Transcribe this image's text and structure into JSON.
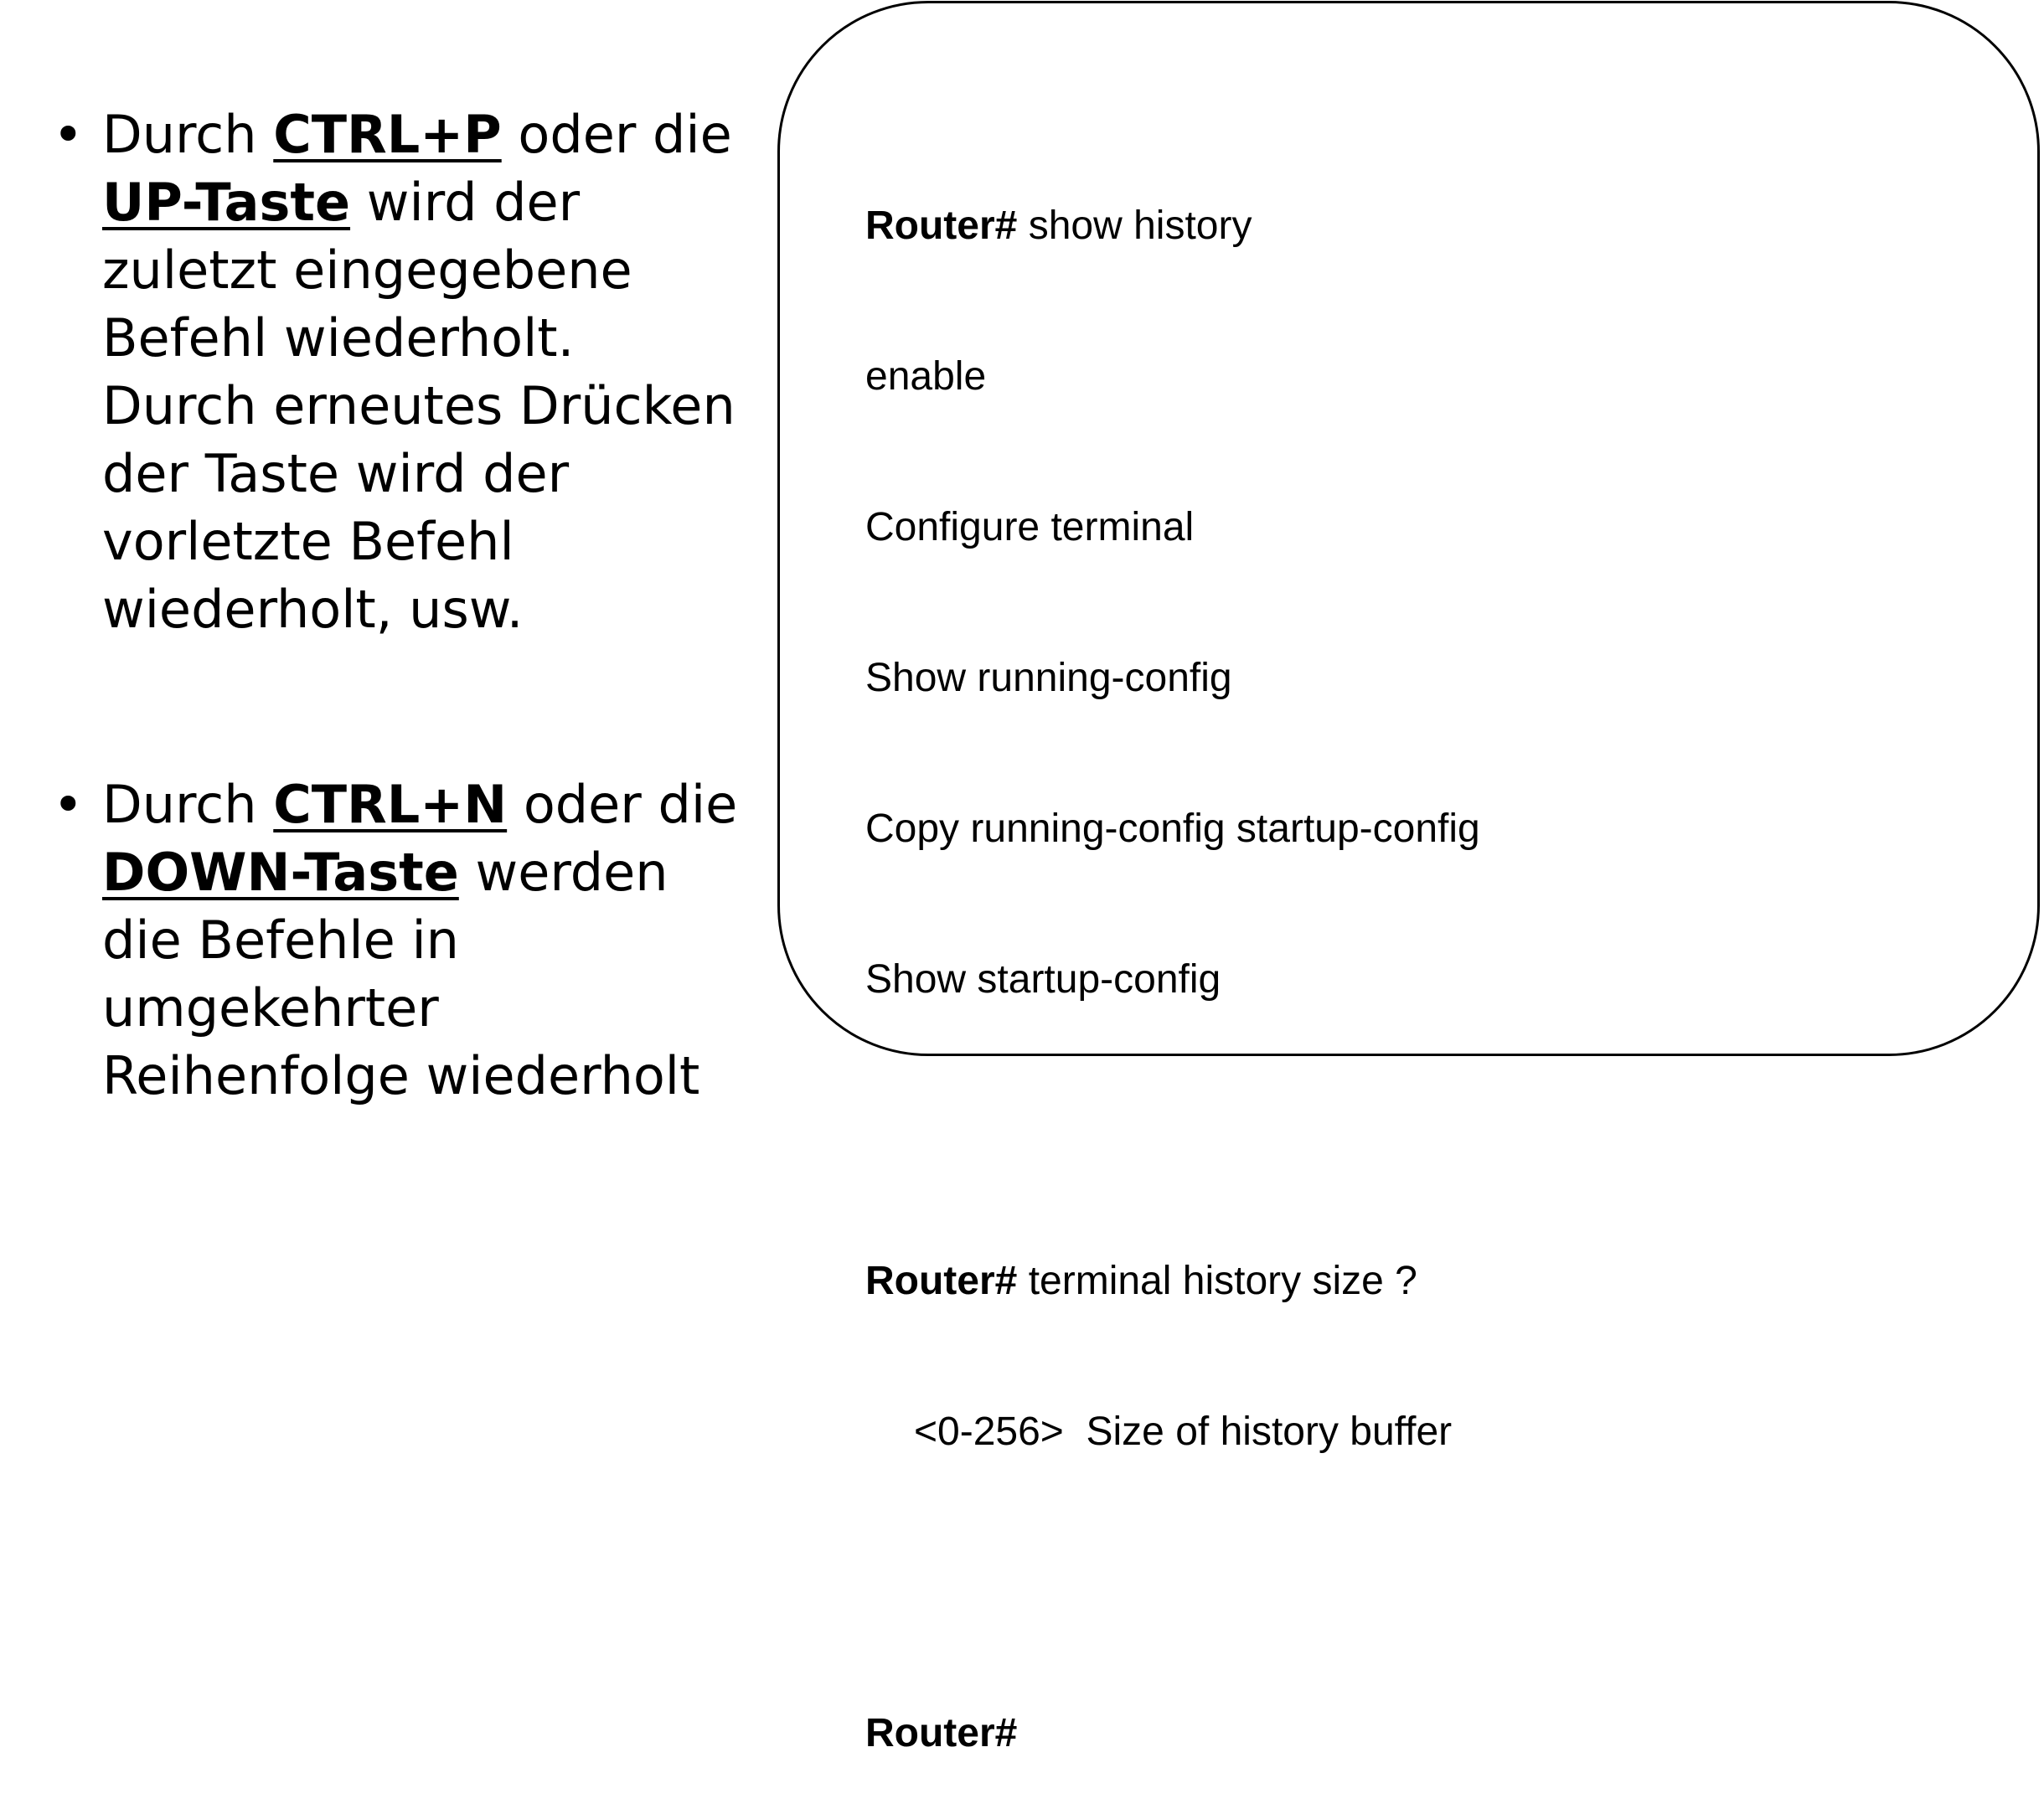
{
  "bullets": [
    {
      "pre": "Durch ",
      "key1": "CTRL+P",
      "mid": " oder die ",
      "key2": "UP-Taste",
      "post": " wird der zuletzt eingegebene Befehl wiederholt. Durch erneutes Drücken der Taste wird der vorletzte Befehl wiederholt, usw."
    },
    {
      "pre": "Durch ",
      "key1": "CTRL+N",
      "mid": " oder die ",
      "key2": "DOWN-Taste",
      "post": " werden die Befehle in umgekehrter Reihenfolge wiederholt"
    }
  ],
  "terminal": {
    "prompt": "Router#",
    "cmd1": " show history",
    "history": [
      "enable",
      "Configure terminal",
      "Show running-config",
      "Copy running-config startup-config",
      "Show startup-config"
    ],
    "cmd2": " terminal history size ?",
    "help_range": "<0-256>",
    "help_desc": "  Size of history buffer"
  }
}
